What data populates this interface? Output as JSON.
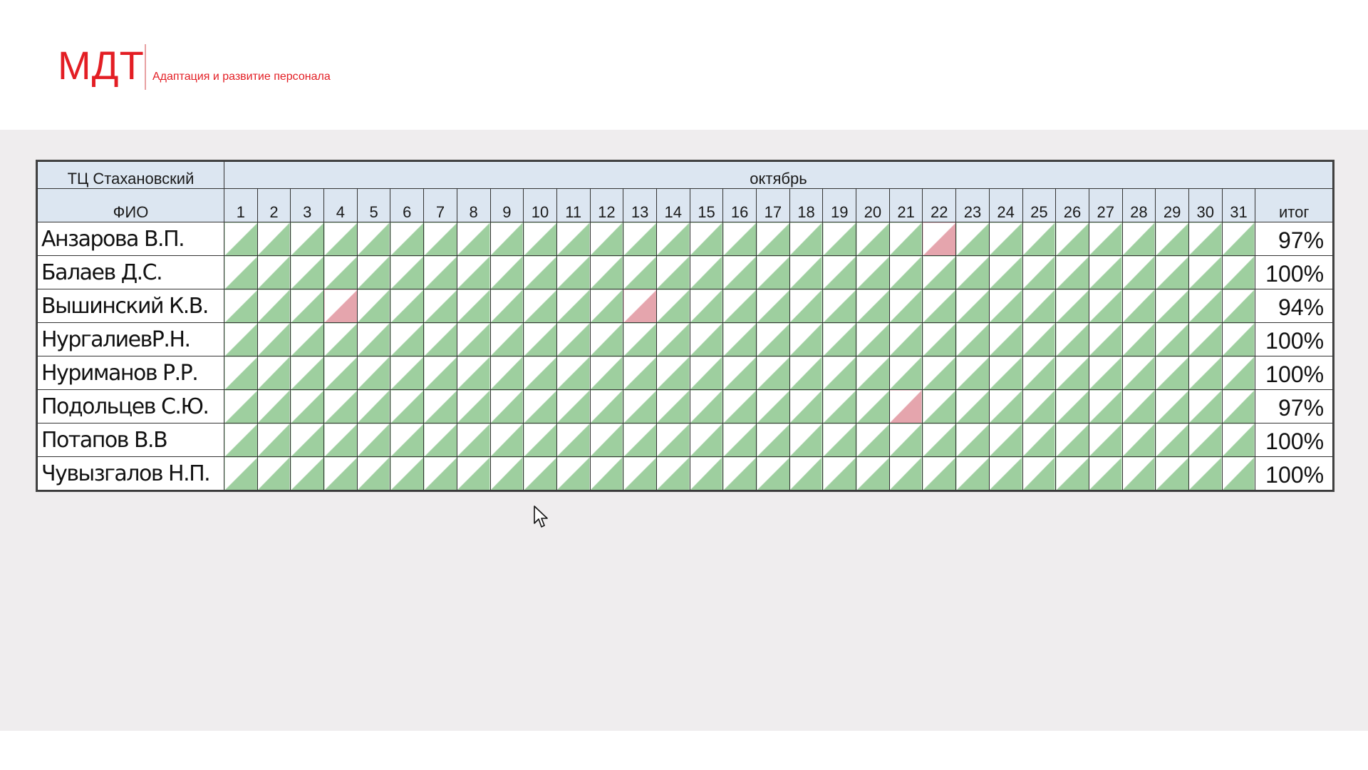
{
  "brand": {
    "logo_text": "МДТ",
    "tagline": "Адаптация и развитие персонала",
    "accent_color": "#e31e24"
  },
  "table": {
    "location": "ТЦ Стахановский",
    "month": "октябрь",
    "name_header": "ФИО",
    "total_header": "итог",
    "days": [
      "1",
      "2",
      "3",
      "4",
      "5",
      "6",
      "7",
      "8",
      "9",
      "10",
      "11",
      "12",
      "13",
      "14",
      "15",
      "16",
      "17",
      "18",
      "19",
      "20",
      "21",
      "22",
      "23",
      "24",
      "25",
      "26",
      "27",
      "28",
      "29",
      "30",
      "31"
    ],
    "status_colors": {
      "present": "#9ecf9f",
      "absent": "#e5a5ad"
    },
    "rows": [
      {
        "name": "Анзарова В.П.",
        "total": "97%",
        "missed_days": [
          22
        ]
      },
      {
        "name": "Балаев Д.С.",
        "total": "100%",
        "missed_days": []
      },
      {
        "name": "Вышинский К.В.",
        "total": "94%",
        "missed_days": [
          4,
          13
        ]
      },
      {
        "name": "НургалиевР.Н.",
        "total": "100%",
        "missed_days": []
      },
      {
        "name": "Нуриманов Р.Р.",
        "total": "100%",
        "missed_days": []
      },
      {
        "name": "Подольцев С.Ю.",
        "total": "97%",
        "missed_days": [
          21
        ]
      },
      {
        "name": "Потапов В.В",
        "total": "100%",
        "missed_days": []
      },
      {
        "name": "Чувызгалов Н.П.",
        "total": "100%",
        "missed_days": []
      }
    ]
  },
  "cursor": {
    "icon": "mouse-pointer-icon"
  }
}
